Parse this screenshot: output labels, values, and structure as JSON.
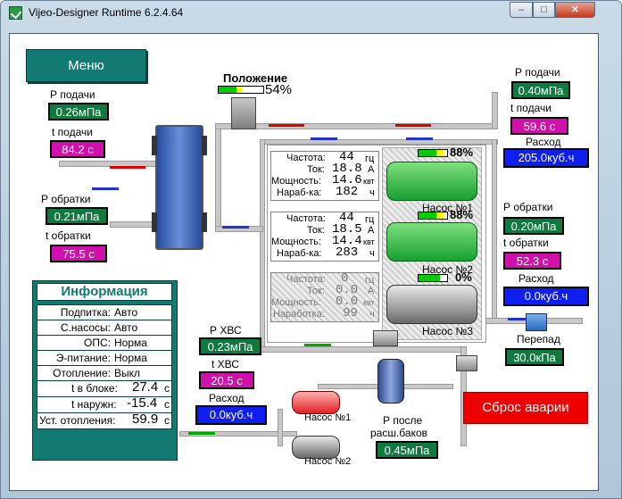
{
  "window": {
    "title": "Vijeo-Designer Runtime 6.2.4.64",
    "min": "–",
    "max": "□",
    "close": "✕"
  },
  "menu_label": "Меню",
  "position": {
    "label": "Положение",
    "value": "54%"
  },
  "left": {
    "p_supply_label": "Р  подачи",
    "p_supply": "0.26мПа",
    "t_supply_label": "t  подачи",
    "t_supply": "84.2 с",
    "p_return_label": "Р  обратки",
    "p_return": "0.21мПа",
    "t_return_label": "t  обратки",
    "t_return": "75.5 с"
  },
  "right": {
    "p_supply_label": "Р  подачи",
    "p_supply": "0.40мПа",
    "t_supply_label": "t  подачи",
    "t_supply": "59.6 с",
    "flow_label": "Расход",
    "flow": "205.0куб.ч",
    "p_return_label": "Р  обратки",
    "p_return": "0.20мПа",
    "t_return_label": "t  обратки",
    "t_return": "52.3 с",
    "flow2_label": "Расход",
    "flow2": "0.0куб.ч",
    "diff_label": "Перепад",
    "diff": "30.0кПа"
  },
  "pumps": [
    {
      "freq_label": "Частота:",
      "freq": "44",
      "freq_unit": "гц",
      "cur_label": "Ток:",
      "cur": "18.8",
      "cur_unit": "А",
      "pow_label": "Мощность:",
      "pow": "14.6",
      "pow_unit": "квт",
      "run_label": "Нараб-ка:",
      "run": "182",
      "run_unit": "ч",
      "pct": "88%",
      "name": "Насос №1"
    },
    {
      "freq_label": "Частота:",
      "freq": "44",
      "freq_unit": "гц",
      "cur_label": "Ток:",
      "cur": "18.5",
      "cur_unit": "А",
      "pow_label": "Мощность:",
      "pow": "14.4",
      "pow_unit": "квт",
      "run_label": "Нараб-ка:",
      "run": "283",
      "run_unit": "ч",
      "pct": "88%",
      "name": "Насос №2"
    },
    {
      "freq_label": "Частота:",
      "freq": "0",
      "freq_unit": "гц",
      "cur_label": "Ток:",
      "cur": "0.0",
      "cur_unit": "А",
      "pow_label": "Мощность:",
      "pow": "0.0",
      "pow_unit": "квт",
      "run_label": "Наработка:",
      "run": "99",
      "run_unit": "ч",
      "pct": "0%",
      "name": "Насос №3"
    }
  ],
  "info": {
    "title": "Информация",
    "rows": [
      {
        "k": "Подпитка:",
        "v": "Авто"
      },
      {
        "k": "С.насосы:",
        "v": "Авто"
      },
      {
        "k": "ОПС:",
        "v": "Норма"
      },
      {
        "k": "Э-питание:",
        "v": "Норма"
      },
      {
        "k": "Отопление:",
        "v": "Выкл"
      }
    ],
    "t_block_label": "t в блоке:",
    "t_block": "27.4",
    "t_block_unit": "с",
    "t_out_label": "t наружн:",
    "t_out": "-15.4",
    "t_out_unit": "с",
    "setpoint_label": "Уст. отопления:",
    "setpoint": "59.9",
    "setpoint_unit": "с"
  },
  "hvs": {
    "p_label": "Р  ХВС",
    "p": "0.23мПа",
    "t_label": "t  ХВС",
    "t": "20.5 с",
    "flow_label": "Расход",
    "flow": "0.0куб.ч"
  },
  "makeup": {
    "pump1": "Насос №1",
    "pump2": "Насос №2"
  },
  "after_tanks": {
    "label1": "Р  после",
    "label2": "расш.баков",
    "value": "0.45мПа"
  },
  "reset_label": "Сброс аварии",
  "colors": {
    "teal": "#127a70",
    "green_value": "#0f7a40",
    "magenta_value": "#d10faa",
    "blue_value": "#0e1ff0",
    "alarm": "#ee0000"
  }
}
